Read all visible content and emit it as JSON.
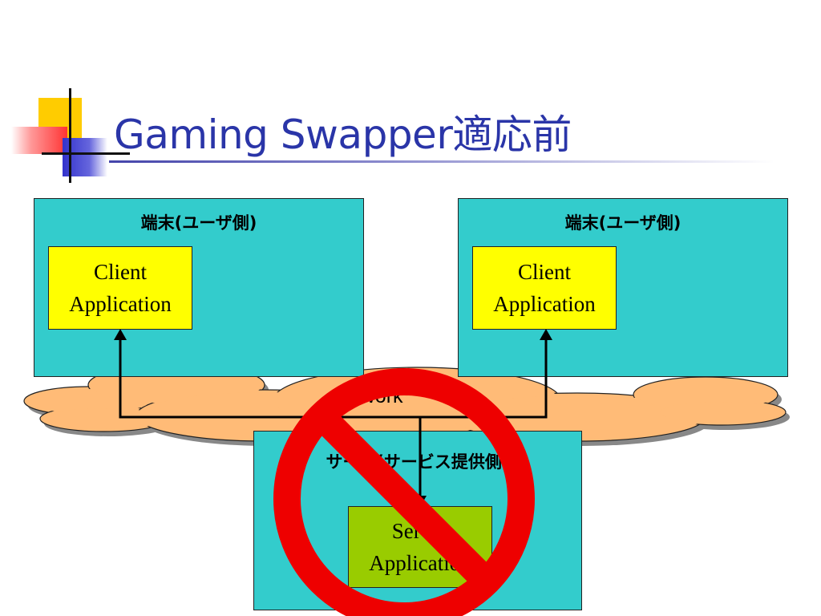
{
  "title": "Gaming Swapper適応前",
  "terminal_left": {
    "label": "端末(ユーザ側)",
    "app_line1": "Client",
    "app_line2": "Application"
  },
  "terminal_right": {
    "label": "端末(ユーザ側)",
    "app_line1": "Client",
    "app_line2": "Application"
  },
  "network": {
    "label": "network"
  },
  "server": {
    "label": "サーバ(サービス提供側)",
    "app_line1": "Server",
    "app_line2": "Application"
  },
  "colors": {
    "box_fill": "#33cccc",
    "client_app_fill": "#ffff00",
    "server_app_fill": "#99cc00",
    "cloud_fill": "#ffbb77",
    "prohibit_red": "#ee0000",
    "title": "#2a35a8"
  },
  "icons": {
    "prohibit": "prohibition-sign-icon"
  }
}
